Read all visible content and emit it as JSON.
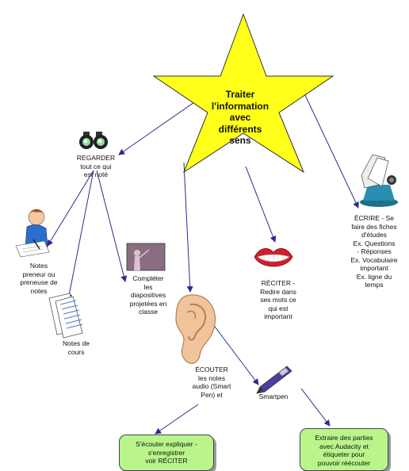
{
  "center": {
    "title": "Traiter\nl'information\navec\ndifférents\nsens"
  },
  "nodes": {
    "regarder": "REGARDER\ntout ce qui\nest noté",
    "notes_preneur": "Notes\npreneur ou\npreneuse de\nnotes",
    "completer": "Compléter\nles\ndiapositives\nprojetées en\nclasse",
    "notes_cours": "Notes de\ncours",
    "ecouter": "ÉCOUTER\nles notes\naudio (Smart\nPen) et",
    "reciter": "RÉCITER -\nRedire dans\nses mots ce\nqui est\nimportant",
    "ecrire": "ÉCRIRE - Se\nfaire des fiches\nd'études\nEx. Questions\n- Réponses\nEx. Vocabulaire\nimportant\nEx. ligne du\ntemps",
    "smartpen": "Smartpen"
  },
  "boxes": {
    "ecouter_box": "S'écouter expliquer -\ns'enregistrer\nvoir RÉCITER",
    "audacity_box": "Extraire des parties\navec Audacity et\nétiqueter pour\npouvoir réécouter"
  },
  "colors": {
    "star_fill": "#ffff1a",
    "arrow": "#2b2b8f",
    "box_fill": "#b9f58a"
  },
  "icons": [
    "binoculars-icon",
    "student-writing-icon",
    "presentation-board-icon",
    "paper-notes-icon",
    "ear-icon",
    "lips-icon",
    "rolodex-icon",
    "pen-icon"
  ]
}
